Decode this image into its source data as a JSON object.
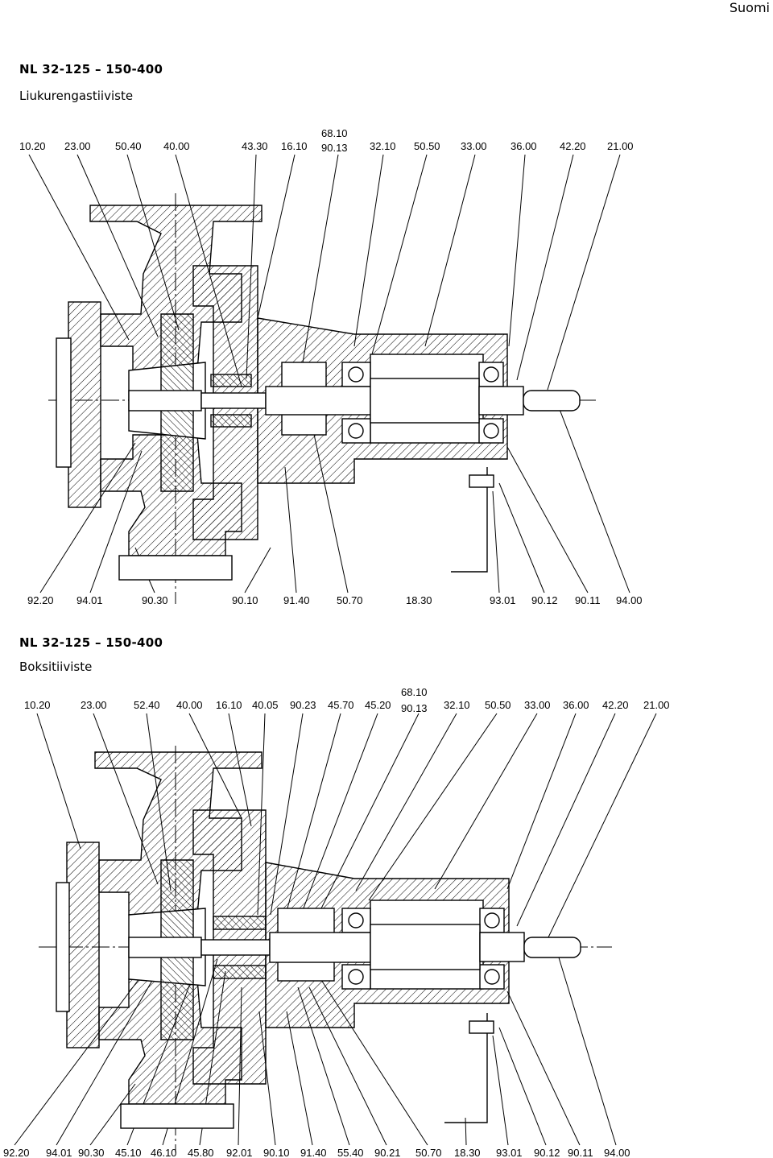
{
  "header": {
    "language": "Suomi"
  },
  "sections": [
    {
      "model": "NL 32-125 – 150-400",
      "seal_type": "Liukurengastiiviste",
      "top_labels": [
        "10.20",
        "23.00",
        "50.40",
        "40.00",
        "43.30",
        "16.10",
        "68.10",
        "90.13",
        "32.10",
        "50.50",
        "33.00",
        "36.00",
        "42.20",
        "21.00"
      ],
      "bottom_labels": [
        "92.20",
        "94.01",
        "90.30",
        "90.10",
        "91.40",
        "50.70",
        "18.30",
        "93.01",
        "90.12",
        "90.11",
        "94.00"
      ]
    },
    {
      "model": "NL 32-125 – 150-400",
      "seal_type": "Boksitiiviste",
      "top_labels": [
        "10.20",
        "23.00",
        "52.40",
        "40.00",
        "16.10",
        "40.05",
        "90.23",
        "45.70",
        "45.20",
        "68.10",
        "90.13",
        "32.10",
        "50.50",
        "33.00",
        "36.00",
        "42.20",
        "21.00"
      ],
      "bottom_labels": [
        "92.20",
        "94.01",
        "90.30",
        "45.10",
        "46.10",
        "45.80",
        "92.01",
        "90.10",
        "91.40",
        "55.40",
        "90.21",
        "50.70",
        "18.30",
        "93.01",
        "90.12",
        "90.11",
        "94.00"
      ]
    }
  ]
}
